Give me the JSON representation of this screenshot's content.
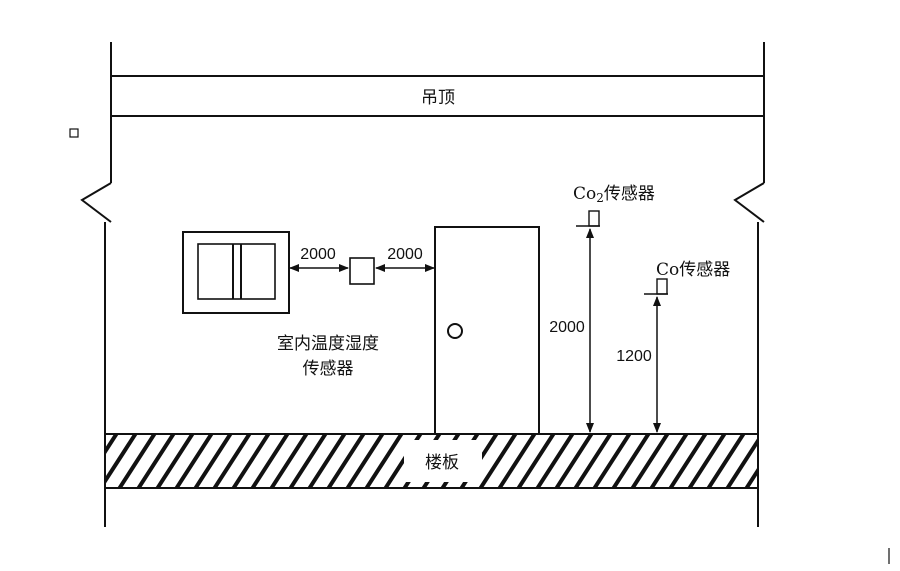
{
  "diagram": {
    "ceiling_label": "吊顶",
    "floor_slab_label": "楼板",
    "window_dimension": "2000",
    "door_dimension": "2000",
    "temp_humidity_sensor_label_line1": "室内温度湿度",
    "temp_humidity_sensor_label_line2": "传感器",
    "co2_sensor_label": {
      "prefix": "Co",
      "subscript": "2",
      "suffix": "传感器"
    },
    "co2_height": "2000",
    "co_sensor_label": "Co传感器",
    "co_height": "1200"
  },
  "colors": {
    "line": "#111111",
    "background": "#ffffff"
  }
}
